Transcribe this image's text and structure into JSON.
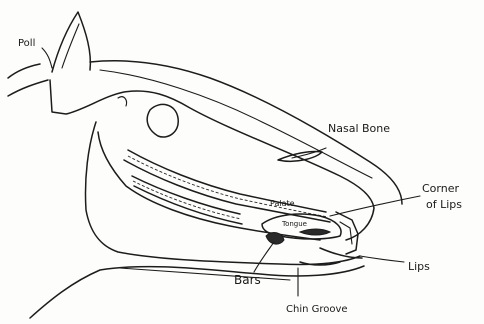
{
  "diagram": {
    "labels": {
      "poll": "Poll",
      "nasal_bone": "Nasal Bone",
      "corner_of_lips_line1": "Corner",
      "corner_of_lips_line2": "of Lips",
      "palate": "Palate",
      "tongue": "Tongue",
      "lips": "Lips",
      "bars": "Bars",
      "chin_groove": "Chin Groove"
    },
    "ink_color": "#1c1c1c",
    "paper_color": "#fdfdfb"
  }
}
